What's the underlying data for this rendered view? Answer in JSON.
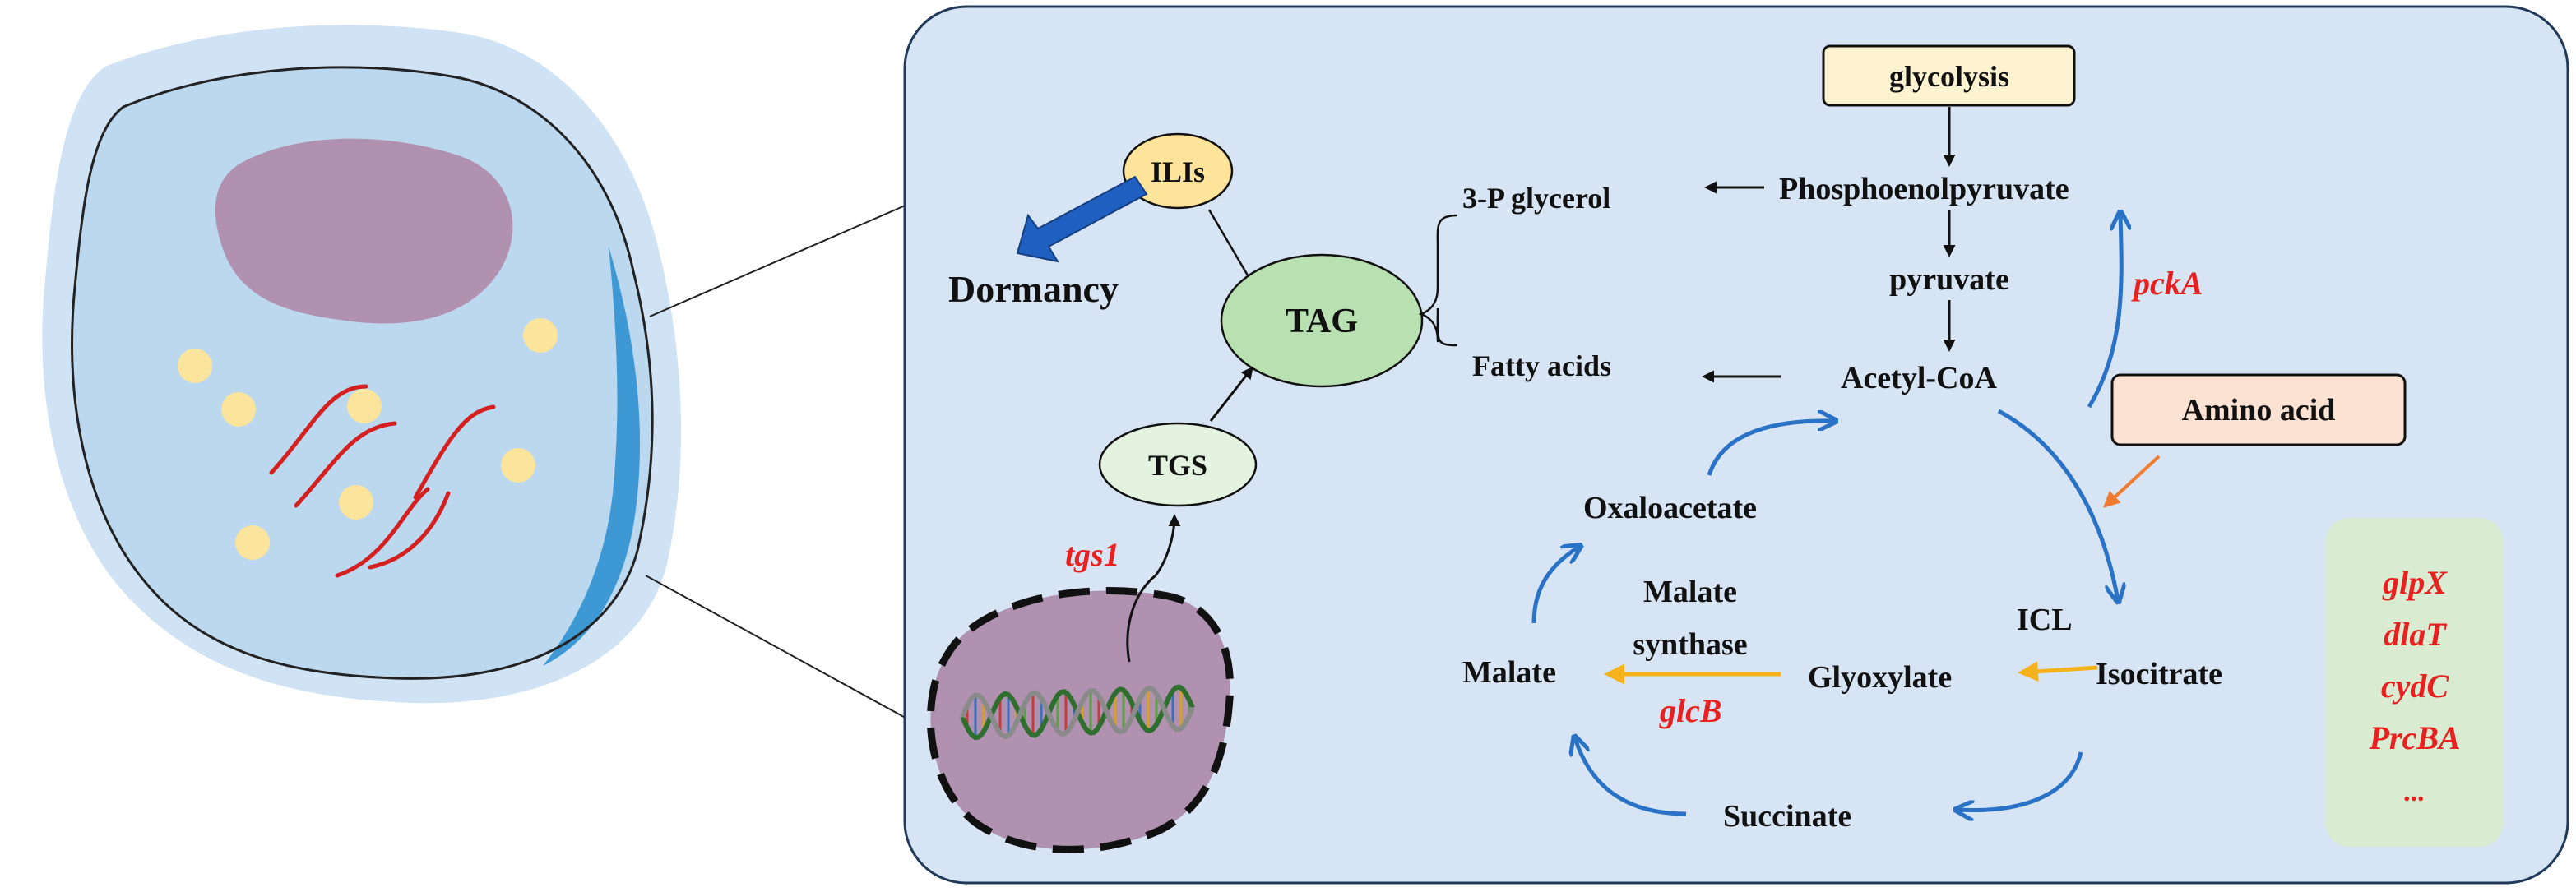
{
  "colors": {
    "cell_outer": "#cfe3f5",
    "cell_body": "#bcd8ef",
    "cell_edge": "#3d98d4",
    "nucleus": "#b091b0",
    "lipid_droplet": "#fbe59c",
    "rna": "#d42020",
    "panel_fill": "#d6e4f3",
    "panel_stroke": "#213a5a",
    "ilis_fill": "#fde49a",
    "tag_fill": "#b8e0b1",
    "tgs_fill": "#e3f3df",
    "glycolysis_fill": "#fdf3d0",
    "amino_fill": "#fbe2d2",
    "gene_box_fill": "#d9ecd2",
    "cycle_arrow": "#2a72c6",
    "pathway_arrow": "#111111",
    "glyoxylate_arrow": "#f4b21c",
    "amino_arrow": "#f07a2d",
    "dormancy_arrow": "#1f5fbf",
    "gene_label": "#e8201f"
  },
  "nodes": {
    "ilis": "ILIs",
    "dormancy": "Dormancy",
    "tag": "TAG",
    "tgs": "TGS",
    "tgs1": "tgs1",
    "glycerol": "3-P glycerol",
    "fatty_acids": "Fatty acids",
    "glycolysis": "glycolysis",
    "pep": "Phosphoenolpyruvate",
    "pyruvate": "pyruvate",
    "acetyl_coa": "Acetyl-CoA",
    "pcka": "pckA",
    "amino_acid": "Amino acid",
    "oxaloacetate": "Oxaloacetate",
    "malate_synthase_1": "Malate",
    "malate_synthase_2": "synthase",
    "malate": "Malate",
    "glcb": "glcB",
    "glyoxylate": "Glyoxylate",
    "icl": "ICL",
    "isocitrate": "Isocitrate",
    "succinate": "Succinate"
  },
  "genes": [
    "glpX",
    "dlaT",
    "cydC",
    "PrcBA",
    "..."
  ]
}
